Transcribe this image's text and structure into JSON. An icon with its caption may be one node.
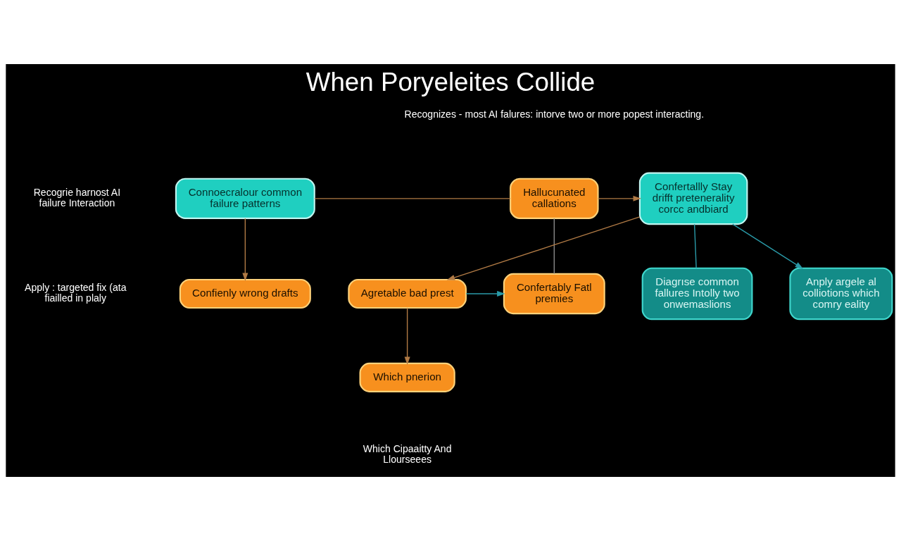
{
  "diagram": {
    "title": "When Poryeleites Collide",
    "nodes": [
      {
        "text": [
          "Connoecralour common failure patterns"
        ]
      },
      {
        "text": [
          "Hallucunated callations"
        ]
      },
      {
        "text": [
          "Confertallly Stay drifft pretenerality corcc andbiard"
        ]
      },
      {
        "text": [
          "Diagrıse common fallures Intolly two onwemaslions"
        ]
      },
      {
        "text": [
          "Confienly wrong drafts"
        ]
      },
      {
        "text": [
          "Confertably Fatl premies"
        ]
      },
      {
        "text": [
          "Agretable bad prest"
        ]
      },
      {
        "text": [
          "Anply argele al colliotions which comry eality"
        ]
      },
      {
        "text": [
          "Which pnerion"
        ]
      }
    ],
    "edges": [
      {
        "from": 0,
        "to": 1,
        "arrow": "none"
      },
      {
        "from": 1,
        "to": 2,
        "arrow": "to"
      },
      {
        "from": 0,
        "to": 4,
        "arrow": "to"
      },
      {
        "from": 1,
        "to": 5,
        "arrow": "none",
        "color": "#8a8a8a"
      },
      {
        "from": 2,
        "to": 6,
        "arrow": "to"
      },
      {
        "from": 6,
        "to": 5,
        "arrow": "to",
        "color": "#2a9aa8"
      },
      {
        "from": 6,
        "to": 8,
        "arrow": "to"
      },
      {
        "from": 2,
        "to": 3,
        "arrow": "none",
        "color": "#2a9aa8"
      },
      {
        "from": 2,
        "to": 7,
        "arrow": "to",
        "color": "#2a9aa8"
      }
    ],
    "labels": [
      "Recognizes - most AI falures: intorve two or more popest interacting.",
      "Recogrie harnost AI failure Interaction",
      "Apply : targeted fix (ata fiailled in plaly",
      "Which Cipaaitty And Llourseees"
    ]
  }
}
